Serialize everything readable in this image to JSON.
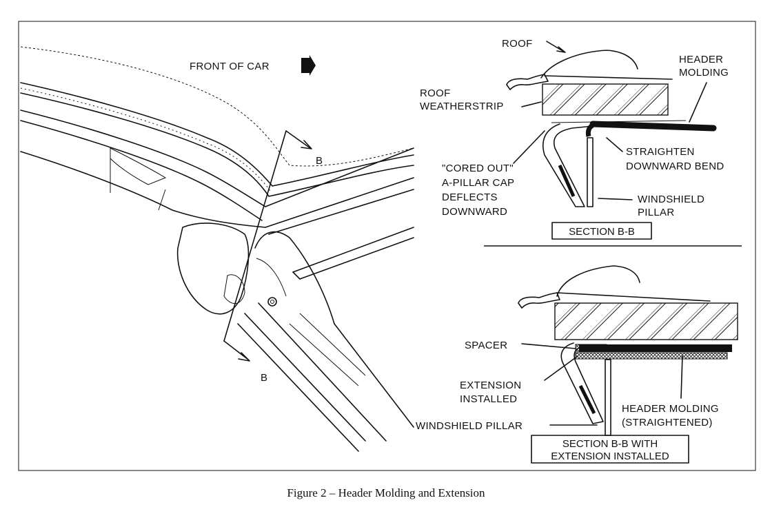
{
  "left_view": {
    "front_label": "FRONT OF CAR",
    "section_mark_top": "B",
    "section_mark_bottom": "B"
  },
  "section_bb": {
    "roof": "ROOF",
    "header_molding": [
      "HEADER",
      "MOLDING"
    ],
    "roof_weatherstrip": [
      "ROOF",
      "WEATHERSTRIP"
    ],
    "straighten": [
      "STRAIGHTEN",
      "DOWNWARD BEND"
    ],
    "cored_out": [
      "\"CORED OUT\"",
      "A-PILLAR CAP",
      "DEFLECTS",
      "DOWNWARD"
    ],
    "windshield_pillar": [
      "WINDSHIELD",
      "PILLAR"
    ],
    "title": "SECTION B-B"
  },
  "section_ext": {
    "spacer": "SPACER",
    "extension_installed": [
      "EXTENSION",
      "INSTALLED"
    ],
    "header_molding": [
      "HEADER MOLDING",
      "(STRAIGHTENED)"
    ],
    "windshield_pillar": "WINDSHIELD PILLAR",
    "title": [
      "SECTION B-B WITH",
      "EXTENSION INSTALLED"
    ]
  },
  "caption": "Figure 2 – Header Molding and Extension",
  "colors": {
    "ink": "#111111",
    "paper": "#ffffff"
  }
}
